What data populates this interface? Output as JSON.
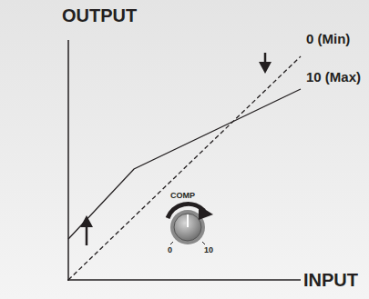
{
  "diagram": {
    "labels": [
      "OUTPUT",
      "0 (Min)",
      "10 (Max)",
      "INPUT",
      "COMP",
      "0",
      "10"
    ]
  }
}
